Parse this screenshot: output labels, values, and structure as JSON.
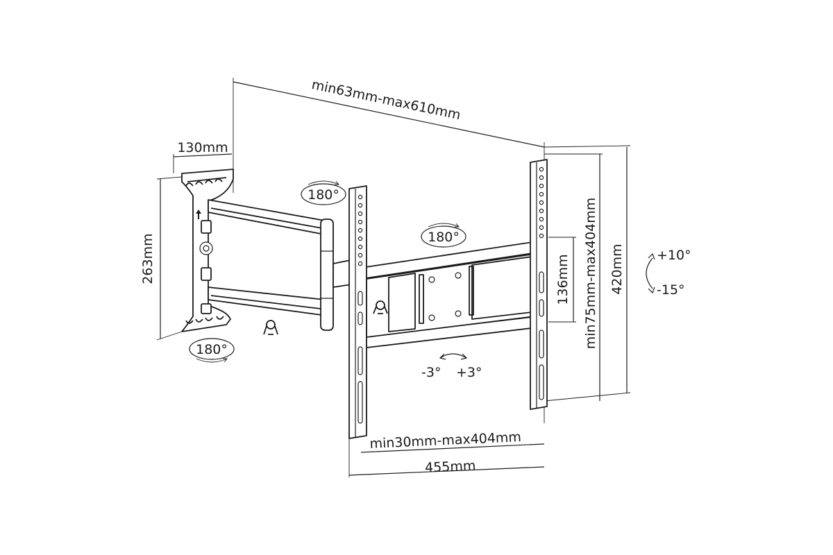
{
  "dimensions": {
    "arm_extension": "min63mm-max610mm",
    "wall_plate_depth": "130mm",
    "wall_plate_height": "263mm",
    "vesa_horizontal": "min30mm-max404mm",
    "total_width": "455mm",
    "bracket_center": "136mm",
    "vesa_vertical": "min75mm-max404mm",
    "total_height": "420mm"
  },
  "rotations": {
    "arm_joint": "180°",
    "middle_joint": "180°",
    "wall_joint": "180°"
  },
  "tilt": {
    "up": "+10°",
    "down": "-15°"
  },
  "level": {
    "left": "-3°",
    "right": "+3°"
  }
}
